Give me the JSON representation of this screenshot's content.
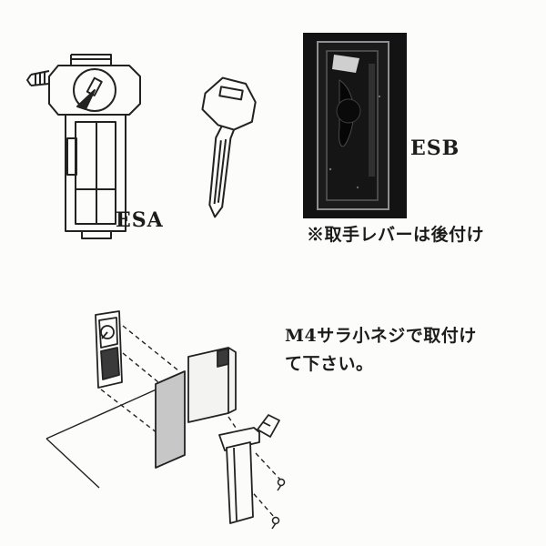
{
  "labels": {
    "esa": "ESA",
    "esb": "ESB"
  },
  "notes": {
    "photo_note": "※取手レバーは後付け",
    "install_note_line1": "M4サラ小ネジで取付け",
    "install_note_line2": "て下さい。"
  },
  "colors": {
    "ink": "#222222",
    "paper": "#fcfcfb",
    "photo_background": "#131313",
    "panel_gray": "#c7c7c7"
  }
}
